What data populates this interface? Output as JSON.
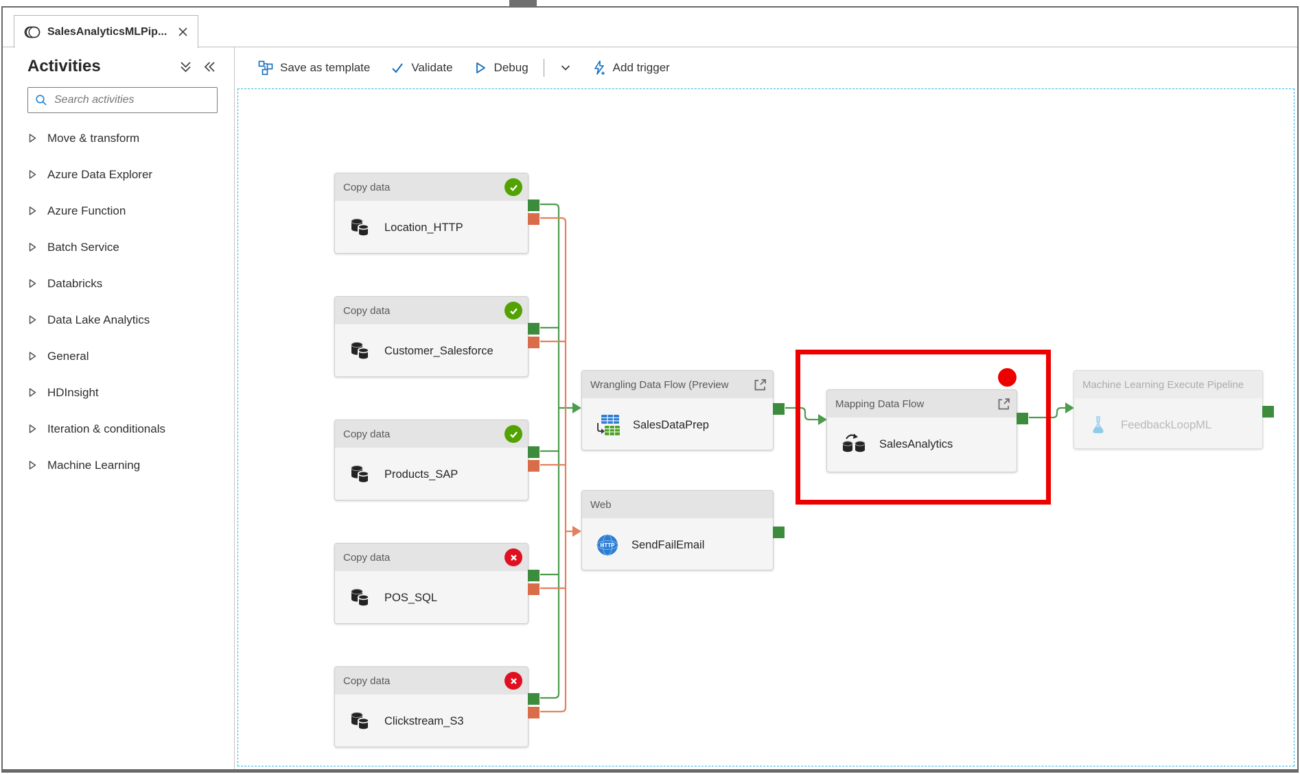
{
  "tab": {
    "title": "SalesAnalyticsMLPip...",
    "close_label": "close"
  },
  "sidebar": {
    "title": "Activities",
    "search_placeholder": "Search activities",
    "items": [
      "Move & transform",
      "Azure Data Explorer",
      "Azure Function",
      "Batch Service",
      "Databricks",
      "Data Lake Analytics",
      "General",
      "HDInsight",
      "Iteration & conditionals",
      "Machine Learning"
    ]
  },
  "toolbar": {
    "save_as_template": "Save as template",
    "validate": "Validate",
    "debug": "Debug",
    "add_trigger": "Add trigger"
  },
  "nodes": [
    {
      "type": "Copy data",
      "name": "Location_HTTP",
      "status": "success"
    },
    {
      "type": "Copy data",
      "name": "Customer_Salesforce",
      "status": "success"
    },
    {
      "type": "Copy data",
      "name": "Products_SAP",
      "status": "success"
    },
    {
      "type": "Copy data",
      "name": "POS_SQL",
      "status": "failed"
    },
    {
      "type": "Copy data",
      "name": "Clickstream_S3",
      "status": "failed"
    },
    {
      "type": "Wrangling Data Flow (Preview",
      "name": "SalesDataPrep"
    },
    {
      "type": "Web",
      "name": "SendFailEmail"
    },
    {
      "type": "Mapping Data Flow",
      "name": "SalesAnalytics"
    },
    {
      "type": "Machine Learning Execute Pipeline",
      "name": "FeedbackLoopML",
      "disabled": true
    }
  ],
  "colors": {
    "green-port": "#3d8b3d",
    "green-line": "#4d9b4d",
    "orange-port": "#d96c49",
    "orange-line": "#e0805e",
    "success-green": "#52a302",
    "failure-red": "#e01020",
    "annotation-red": "#ee0000",
    "accent-blue": "#0f6cbd",
    "canvas-dash": "#35b6e0"
  }
}
